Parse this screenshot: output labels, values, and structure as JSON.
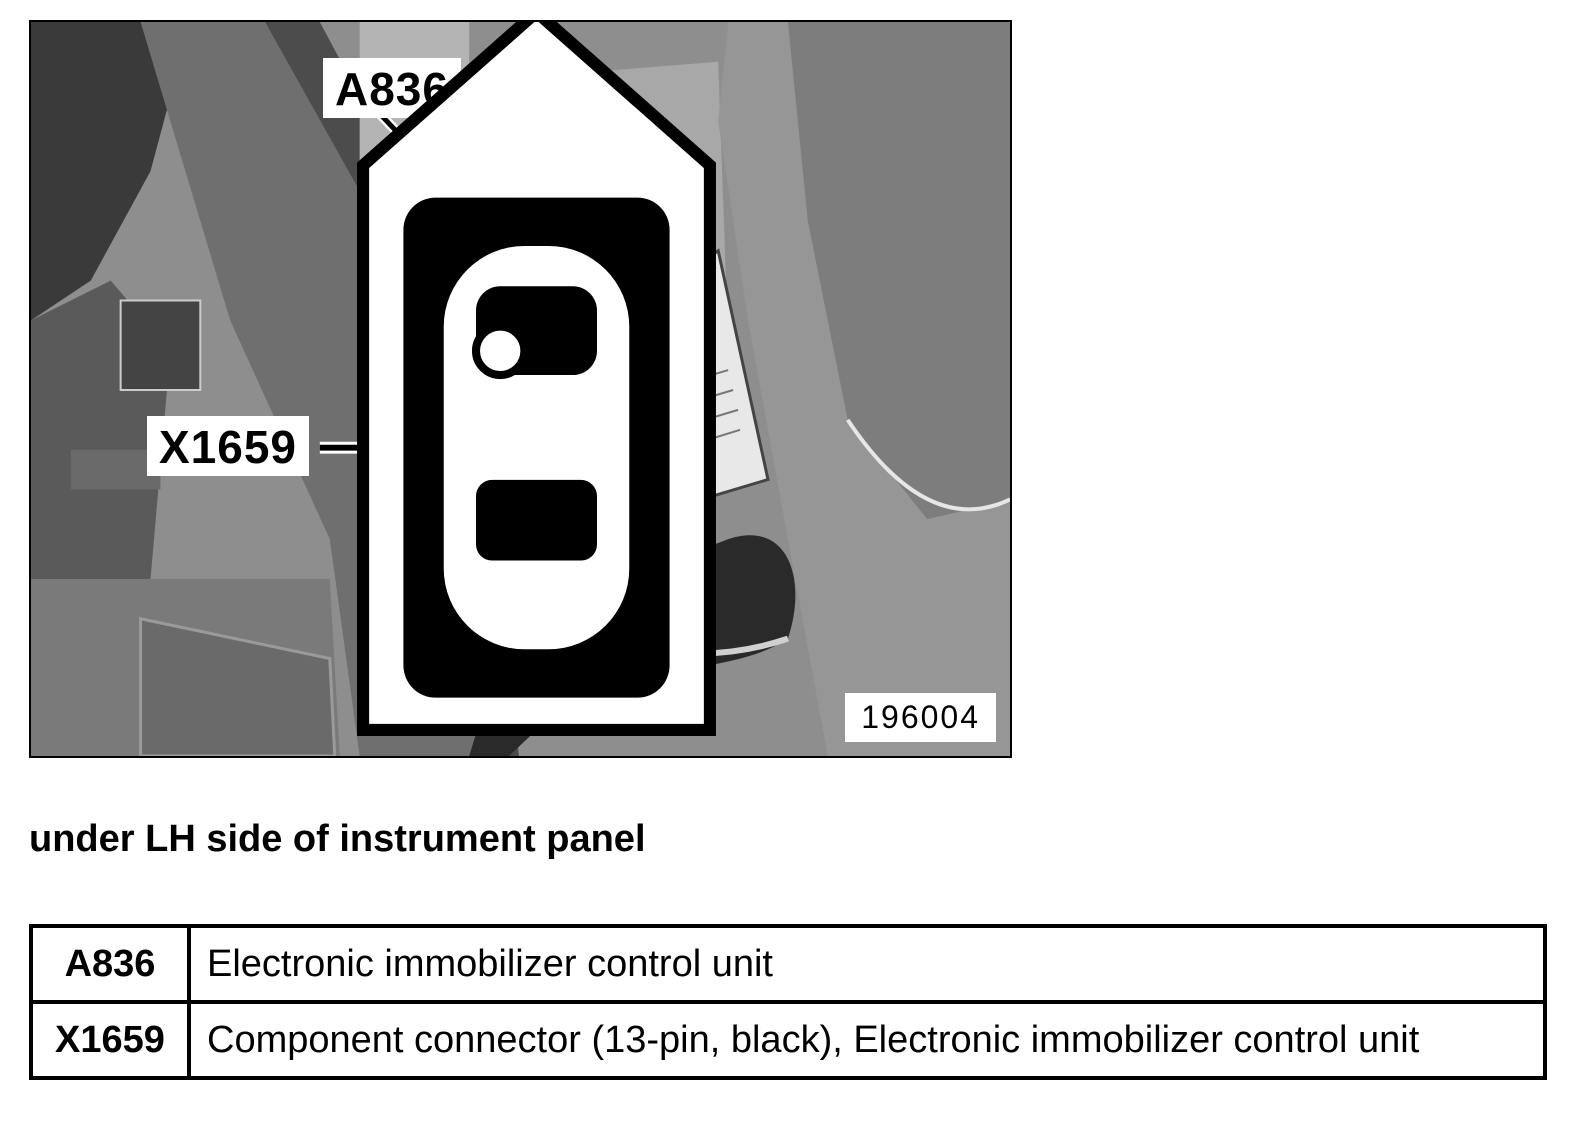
{
  "figure": {
    "callouts": [
      {
        "id": "a836",
        "text": "A836"
      },
      {
        "id": "x1659",
        "text": "X1659"
      }
    ],
    "figure_number": "196004",
    "orientation_icon": "car-top-view-icon"
  },
  "caption": "under LH side of instrument panel",
  "legend": {
    "rows": [
      {
        "code": "A836",
        "description": "Electronic immobilizer control unit"
      },
      {
        "code": "X1659",
        "description": "Component connector (13-pin, black), Electronic immobilizer control unit"
      }
    ]
  }
}
